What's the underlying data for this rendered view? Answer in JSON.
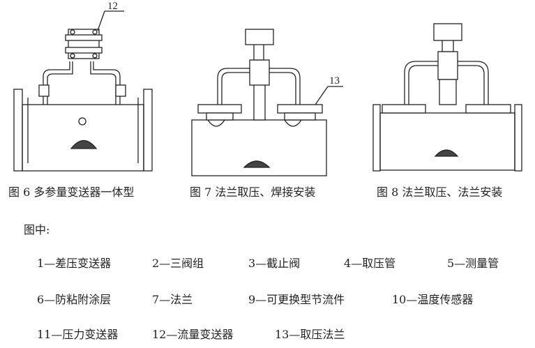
{
  "figures": [
    {
      "caption": "图 6  多参量变送器一体型",
      "callout": "12"
    },
    {
      "caption": "图 7 法兰取压、焊接安装",
      "callout": "13"
    },
    {
      "caption": "图 8  法兰取压、法兰安装"
    }
  ],
  "legend_title": "图中:",
  "legend": [
    "1—差压变送器",
    "2—三阀组",
    "3—截止阀",
    "4—取压管",
    "5—测量管",
    "6—防粘附涂层",
    "7—法兰",
    "9—可更换型节流件",
    "10—温度传感器",
    "11—压力变送器",
    "12—流量变送器",
    "13—取压法兰"
  ]
}
